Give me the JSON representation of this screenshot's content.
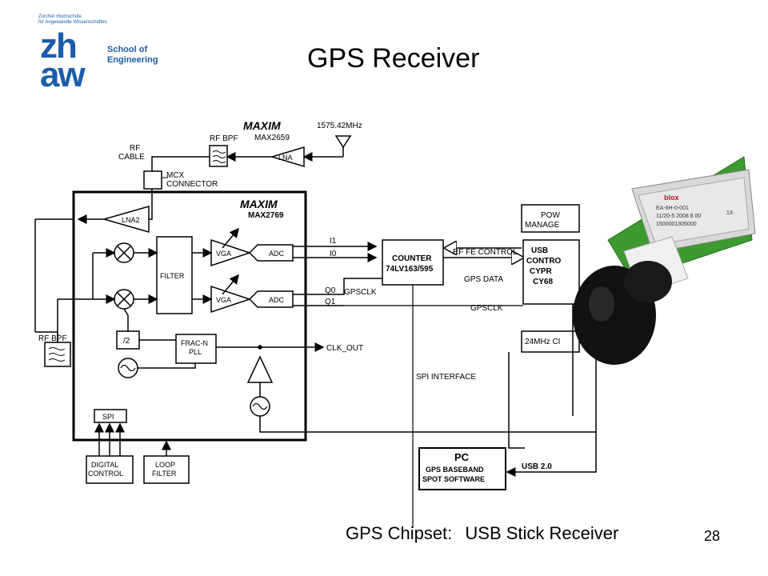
{
  "slide": {
    "title": "GPS Receiver",
    "page_number": "28",
    "caption_left": "GPS Chipset:",
    "caption_right": "USB Stick Receiver"
  },
  "logo": {
    "university": "Zürcher Hochschule\nfür Angewandte Wissenschaften",
    "short": "zh\naw",
    "school": "School of\nEngineering"
  },
  "diagram": {
    "maxim_brand": "MAXIM",
    "lna_chip": "MAX2659",
    "main_chip": "MAX2769",
    "freq": "1575.42MHz",
    "rf_bpf": "RF BPF",
    "rf_cable": "RF\nCABLE",
    "mcx": "MCX\nCONNECTOR",
    "lna": "LNA",
    "lna2": "LNA2",
    "filter": "FILTER",
    "vga": "VGA",
    "adc": "ADC",
    "div2": "/2",
    "fracn": "FRAC-N\nPLL",
    "spi": "SPI",
    "digital_control": "DIGITAL\nCONTROL",
    "loop_filter": "LOOP\nFILTER",
    "counter": "COUNTER\n74LV163/595",
    "i1": "I1",
    "i0": "I0",
    "q0": "Q0",
    "q1": "Q1",
    "gpsclk": "GPSCLK",
    "clk_out": "CLK_OUT",
    "spi_interface": "SPI INTERFACE",
    "rf_fe_control": "RF FE CONTROL",
    "gps_data": "GPS DATA",
    "usb_controller": "USB\nCONTRO\nCYPR\nCY68",
    "power_mgmt": "POW\nMANAGE",
    "xtal": "24MHz CI",
    "pc_title": "PC",
    "pc_sub": "GPS BASEBAND\nSPOT SOFTWARE",
    "usb": "USB 2.0"
  },
  "device": {
    "brand": "blox",
    "label_lines": [
      "EA-6H-0-001",
      "11/20-5 2008 8 00",
      "1500001305000"
    ],
    "label_code": "13"
  }
}
